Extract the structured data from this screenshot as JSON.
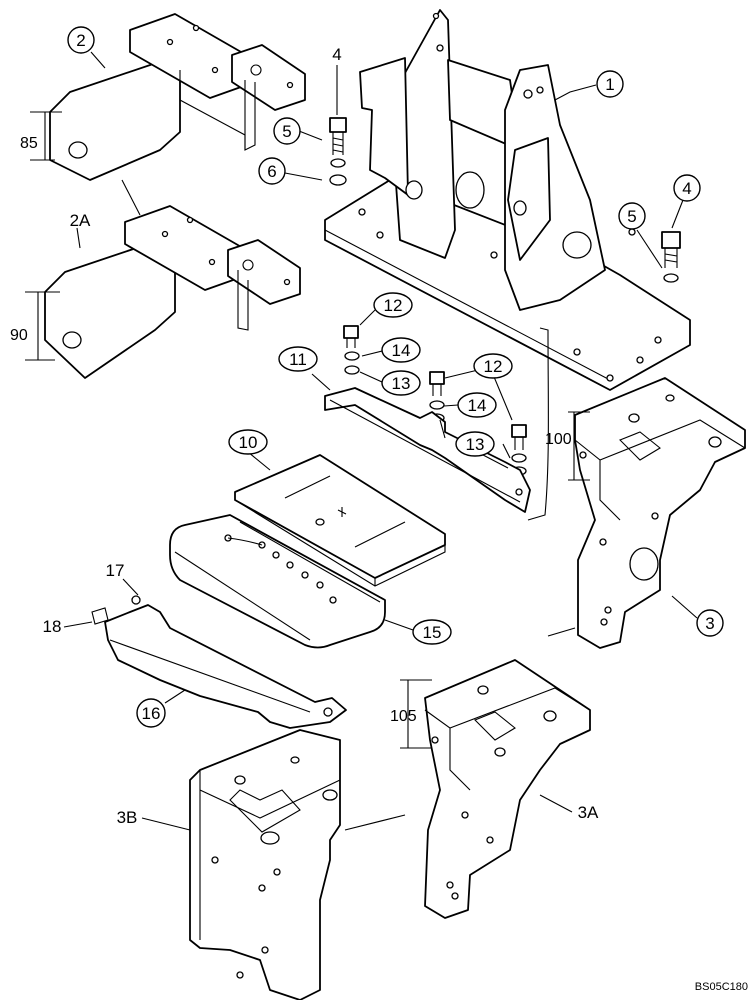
{
  "diagram": {
    "code": "BS05C180",
    "callouts": [
      {
        "id": "c1",
        "text": "1",
        "style": "circle"
      },
      {
        "id": "c2",
        "text": "2",
        "style": "circle"
      },
      {
        "id": "c3",
        "text": "3",
        "style": "circle"
      },
      {
        "id": "c4a",
        "text": "4",
        "style": "plain"
      },
      {
        "id": "c4b",
        "text": "4",
        "style": "circle"
      },
      {
        "id": "c5a",
        "text": "5",
        "style": "circle"
      },
      {
        "id": "c5b",
        "text": "5",
        "style": "circle"
      },
      {
        "id": "c6",
        "text": "6",
        "style": "circle"
      },
      {
        "id": "c10",
        "text": "10",
        "style": "oval"
      },
      {
        "id": "c11",
        "text": "11",
        "style": "oval"
      },
      {
        "id": "c12a",
        "text": "12",
        "style": "oval"
      },
      {
        "id": "c12b",
        "text": "12",
        "style": "oval"
      },
      {
        "id": "c13a",
        "text": "13",
        "style": "oval"
      },
      {
        "id": "c13b",
        "text": "13",
        "style": "oval"
      },
      {
        "id": "c14a",
        "text": "14",
        "style": "oval"
      },
      {
        "id": "c14b",
        "text": "14",
        "style": "oval"
      },
      {
        "id": "c15",
        "text": "15",
        "style": "oval"
      },
      {
        "id": "c16",
        "text": "16",
        "style": "circle"
      },
      {
        "id": "c17",
        "text": "17",
        "style": "plain"
      },
      {
        "id": "c18",
        "text": "18",
        "style": "plain"
      },
      {
        "id": "c2A",
        "text": "2A",
        "style": "plain"
      },
      {
        "id": "c3A",
        "text": "3A",
        "style": "plain"
      },
      {
        "id": "c3B",
        "text": "3B",
        "style": "plain"
      }
    ],
    "dimensions": [
      {
        "id": "d85",
        "text": "85"
      },
      {
        "id": "d90",
        "text": "90"
      },
      {
        "id": "d100",
        "text": "100"
      },
      {
        "id": "d105",
        "text": "105"
      }
    ]
  }
}
